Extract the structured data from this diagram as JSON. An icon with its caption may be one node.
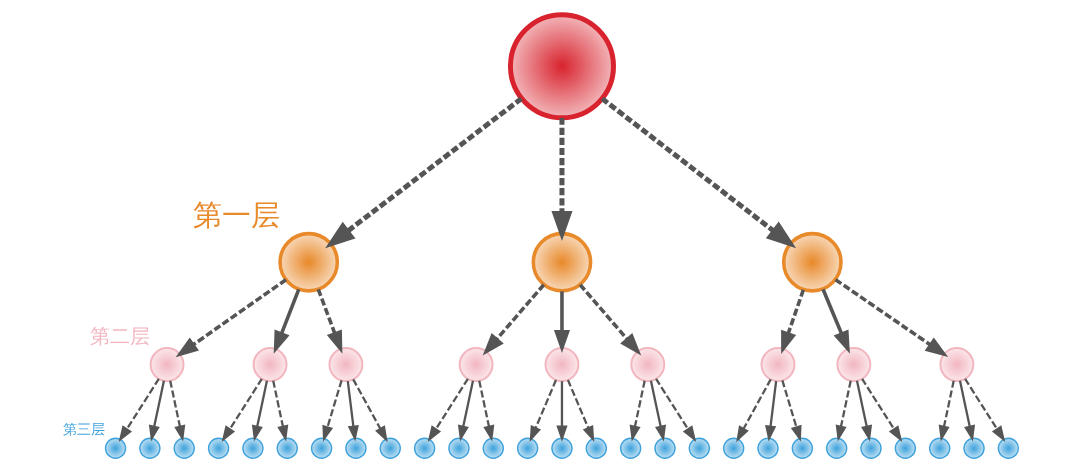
{
  "diagram": {
    "nodes": [
      {
        "text": [],
        "shape": "person"
      },
      {
        "text": [],
        "shape": "person",
        "beside": [
          "第一层"
        ]
      },
      {
        "text": [],
        "shape": "person"
      },
      {
        "text": [],
        "shape": "person"
      },
      {
        "text": [],
        "shape": "person",
        "beside": [
          "第二层"
        ]
      },
      {
        "text": [],
        "shape": "person"
      },
      {
        "text": [],
        "shape": "person"
      },
      {
        "text": [],
        "shape": "person"
      },
      {
        "text": [],
        "shape": "person"
      },
      {
        "text": [],
        "shape": "person"
      },
      {
        "text": [],
        "shape": "person"
      },
      {
        "text": [],
        "shape": "person"
      },
      {
        "text": [],
        "shape": "person"
      },
      {
        "text": [],
        "shape": "person",
        "beside": [
          "第三层"
        ]
      },
      {
        "text": [],
        "shape": "person"
      },
      {
        "text": [],
        "shape": "person"
      },
      {
        "text": [],
        "shape": "person"
      },
      {
        "text": [],
        "shape": "person"
      },
      {
        "text": [],
        "shape": "person"
      },
      {
        "text": [],
        "shape": "person"
      },
      {
        "text": [],
        "shape": "person"
      },
      {
        "text": [],
        "shape": "person"
      },
      {
        "text": [],
        "shape": "person"
      },
      {
        "text": [],
        "shape": "person"
      },
      {
        "text": [],
        "shape": "person"
      },
      {
        "text": [],
        "shape": "person"
      },
      {
        "text": [],
        "shape": "person"
      },
      {
        "text": [],
        "shape": "person"
      },
      {
        "text": [],
        "shape": "person"
      },
      {
        "text": [],
        "shape": "person"
      },
      {
        "text": [],
        "shape": "person"
      },
      {
        "text": [],
        "shape": "person"
      },
      {
        "text": [],
        "shape": "person"
      },
      {
        "text": [],
        "shape": "person"
      },
      {
        "text": [],
        "shape": "person"
      },
      {
        "text": [],
        "shape": "person"
      },
      {
        "text": [],
        "shape": "person"
      },
      {
        "text": [],
        "shape": "person"
      },
      {
        "text": [],
        "shape": "person"
      },
      {
        "text": [],
        "shape": "person"
      }
    ],
    "edges": [
      {
        "from": 0,
        "to": 1,
        "arrow": "to",
        "style": "dashed"
      },
      {
        "from": 0,
        "to": 2,
        "arrow": "to",
        "style": "dashed"
      },
      {
        "from": 0,
        "to": 3,
        "arrow": "to",
        "style": "dashed"
      },
      {
        "from": 1,
        "to": 4,
        "arrow": "to",
        "style": "dashed"
      },
      {
        "from": 1,
        "to": 5,
        "arrow": "to"
      },
      {
        "from": 1,
        "to": 6,
        "arrow": "to",
        "style": "dashed"
      },
      {
        "from": 2,
        "to": 7,
        "arrow": "to",
        "style": "dashed"
      },
      {
        "from": 2,
        "to": 8,
        "arrow": "to"
      },
      {
        "from": 2,
        "to": 9,
        "arrow": "to",
        "style": "dashed"
      },
      {
        "from": 3,
        "to": 10,
        "arrow": "to",
        "style": "dashed"
      },
      {
        "from": 3,
        "to": 11,
        "arrow": "to"
      },
      {
        "from": 3,
        "to": 12,
        "arrow": "to",
        "style": "dashed"
      },
      {
        "from": 4,
        "to": 13,
        "arrow": "to",
        "style": "dashed"
      },
      {
        "from": 4,
        "to": 14,
        "arrow": "to"
      },
      {
        "from": 4,
        "to": 15,
        "arrow": "to",
        "style": "dashed"
      },
      {
        "from": 5,
        "to": 16,
        "arrow": "to",
        "style": "dashed"
      },
      {
        "from": 5,
        "to": 17,
        "arrow": "to"
      },
      {
        "from": 5,
        "to": 18,
        "arrow": "to",
        "style": "dashed"
      },
      {
        "from": 6,
        "to": 19,
        "arrow": "to",
        "style": "dashed"
      },
      {
        "from": 6,
        "to": 20,
        "arrow": "to"
      },
      {
        "from": 6,
        "to": 21,
        "arrow": "to",
        "style": "dashed"
      },
      {
        "from": 7,
        "to": 22,
        "arrow": "to",
        "style": "dashed"
      },
      {
        "from": 7,
        "to": 23,
        "arrow": "to"
      },
      {
        "from": 7,
        "to": 24,
        "arrow": "to",
        "style": "dashed"
      },
      {
        "from": 8,
        "to": 25,
        "arrow": "to",
        "style": "dashed"
      },
      {
        "from": 8,
        "to": 26,
        "arrow": "to"
      },
      {
        "from": 8,
        "to": 27,
        "arrow": "to",
        "style": "dashed"
      },
      {
        "from": 9,
        "to": 28,
        "arrow": "to",
        "style": "dashed"
      },
      {
        "from": 9,
        "to": 29,
        "arrow": "to"
      },
      {
        "from": 9,
        "to": 30,
        "arrow": "to",
        "style": "dashed"
      },
      {
        "from": 10,
        "to": 31,
        "arrow": "to",
        "style": "dashed"
      },
      {
        "from": 10,
        "to": 32,
        "arrow": "to"
      },
      {
        "from": 10,
        "to": 33,
        "arrow": "to",
        "style": "dashed"
      },
      {
        "from": 11,
        "to": 34,
        "arrow": "to",
        "style": "dashed"
      },
      {
        "from": 11,
        "to": 35,
        "arrow": "to"
      },
      {
        "from": 11,
        "to": 36,
        "arrow": "to",
        "style": "dashed"
      },
      {
        "from": 12,
        "to": 37,
        "arrow": "to",
        "style": "dashed"
      },
      {
        "from": 12,
        "to": 38,
        "arrow": "to"
      },
      {
        "from": 12,
        "to": 39,
        "arrow": "to",
        "style": "dashed"
      }
    ]
  }
}
